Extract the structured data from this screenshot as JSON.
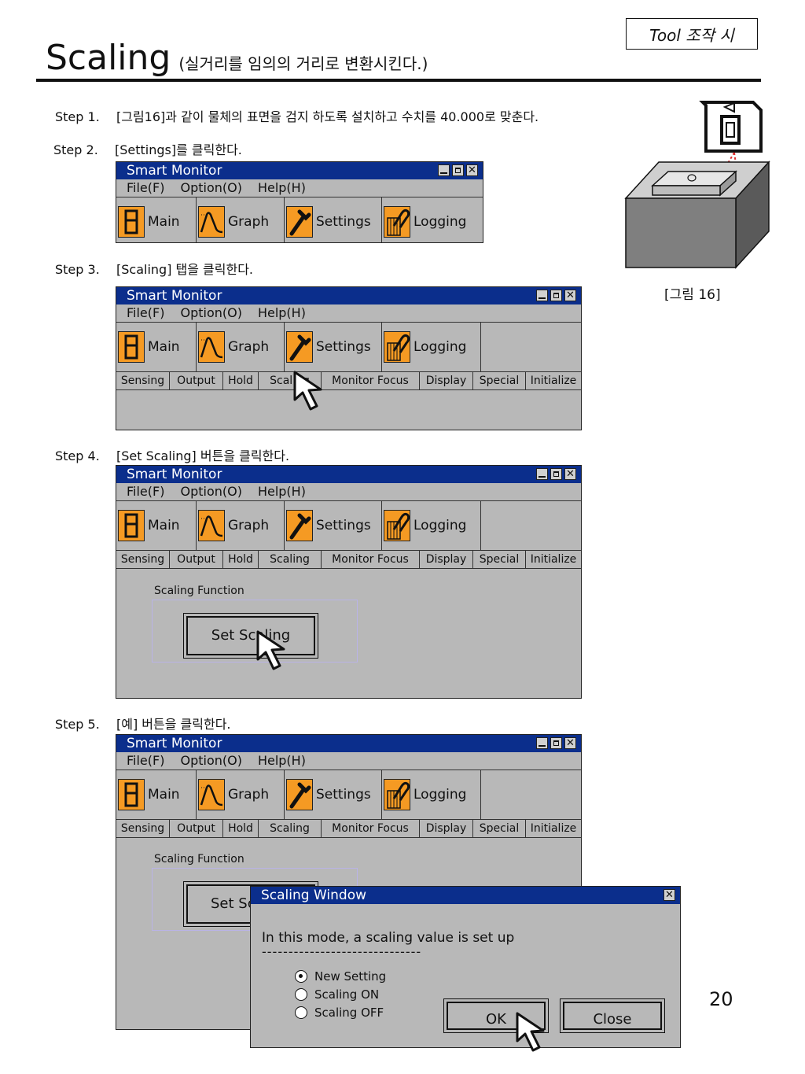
{
  "header": {
    "tag": "Tool 조작 시",
    "title": "Scaling",
    "subtitle": "(실거리를 임의의 거리로 변환시킨다.)"
  },
  "steps": [
    {
      "num": "Step 1.",
      "text": "[그림16]과 같이 물체의 표면을 검지 하도록 설치하고 수치를 40.000로 맞춘다."
    },
    {
      "num": "Step 2.",
      "text": "[Settings]를 클릭한다."
    },
    {
      "num": "Step 3.",
      "text": "[Scaling] 탭을 클릭한다."
    },
    {
      "num": "Step 4.",
      "text": "[Set Scaling] 버튼을 클릭한다."
    },
    {
      "num": "Step 5.",
      "text": "[예] 버튼을 클릭한다."
    }
  ],
  "app": {
    "window_title": "Smart Monitor",
    "menu": [
      "File(F)",
      "Option(O)",
      "Help(H)"
    ],
    "toolbar": [
      "Main",
      "Graph",
      "Settings",
      "Logging"
    ],
    "tabs": [
      "Sensing",
      "Output",
      "Hold",
      "Scaling",
      "Monitor Focus",
      "Display",
      "Special",
      "Initialize"
    ],
    "tab_partial": "Scal",
    "group_label": "Scaling Function",
    "button_label": "Set Scaling",
    "button_partial_4": "Set Sc",
    "button_partial_4b": "ing",
    "button_partial_5": "Set S"
  },
  "dialog": {
    "title": "Scaling Window",
    "message": "In this mode, a scaling value is set up",
    "dashes": "------------------------------",
    "options": [
      "New Setting",
      "Scaling ON",
      "Scaling OFF"
    ],
    "selected": "New Setting",
    "ok_label": "OK",
    "close_label": "Close"
  },
  "figure": {
    "caption": "[그림 16]"
  },
  "page": {
    "number": "20"
  },
  "colors": {
    "titlebar": "#0b2e8c",
    "window_bg": "#b8b8b8",
    "icon_orange": "#f59a23"
  }
}
